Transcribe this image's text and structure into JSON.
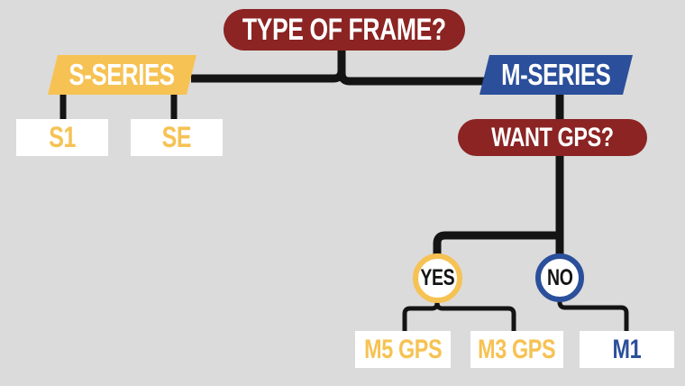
{
  "colors": {
    "bg": "#dbdbdb",
    "maroon": "#8b2423",
    "gold": "#f6c253",
    "blue": "#2b4f9b",
    "box": "#ffffff",
    "ink": "#141414",
    "light": "#ffffff"
  },
  "nodes": {
    "root": {
      "label": "TYPE OF FRAME?"
    },
    "s_series": {
      "label": "S-SERIES"
    },
    "m_series": {
      "label": "M-SERIES"
    },
    "s1": {
      "label": "S1"
    },
    "se": {
      "label": "SE"
    },
    "want_gps": {
      "label": "WANT GPS?"
    },
    "yes": {
      "label": "YES"
    },
    "no": {
      "label": "NO"
    },
    "m5_gps": {
      "label": "M5 GPS"
    },
    "m3_gps": {
      "label": "M3 GPS"
    },
    "m1": {
      "label": "M1"
    }
  },
  "edges": [
    {
      "from": "TYPE OF FRAME?",
      "to": "S-SERIES"
    },
    {
      "from": "TYPE OF FRAME?",
      "to": "M-SERIES"
    },
    {
      "from": "S-SERIES",
      "to": "S1"
    },
    {
      "from": "S-SERIES",
      "to": "SE"
    },
    {
      "from": "M-SERIES",
      "to": "WANT GPS?"
    },
    {
      "from": "WANT GPS?",
      "to": "YES"
    },
    {
      "from": "WANT GPS?",
      "to": "NO"
    },
    {
      "from": "YES",
      "to": "M5 GPS"
    },
    {
      "from": "YES",
      "to": "M3 GPS"
    },
    {
      "from": "NO",
      "to": "M1"
    }
  ]
}
